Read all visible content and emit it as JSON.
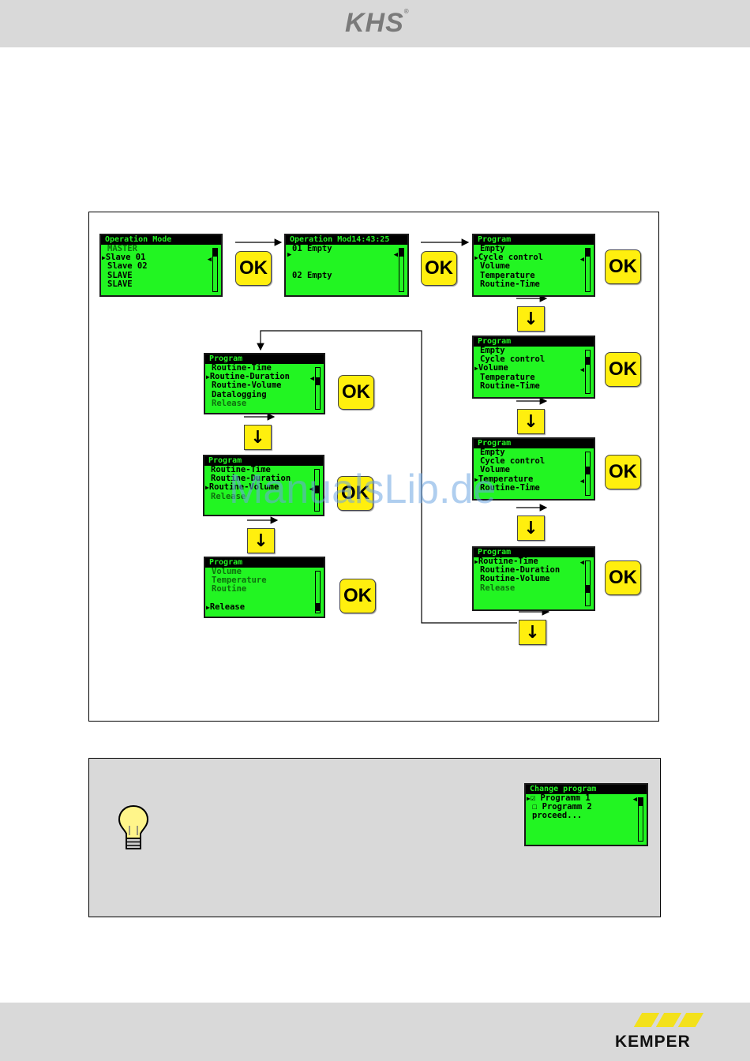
{
  "header": {
    "logo": "KHS",
    "registered_mark": "®"
  },
  "footer": {
    "logo": "KEMPER"
  },
  "watermark": "ManualsLib.de",
  "buttons": {
    "ok": "OK",
    "down": "↓"
  },
  "screens": {
    "op_mode_1": {
      "title": "Operation Mode",
      "rows": [
        {
          "text": "MASTER",
          "dim": true
        },
        {
          "text": "Slave 01",
          "sel": true
        },
        {
          "text": "Slave 02"
        },
        {
          "text": "SLAVE"
        },
        {
          "text": "SLAVE"
        }
      ]
    },
    "op_mode_2": {
      "title": "Operation Mod",
      "time": "14:43:25",
      "rows": [
        {
          "text": "01 Empty"
        },
        {
          "text": ""
        },
        {
          "text": ""
        },
        {
          "text": "02 Empty"
        }
      ]
    },
    "prog_1": {
      "title": "Program",
      "rows": [
        {
          "text": "Empty"
        },
        {
          "text": "Cycle control",
          "sel": true
        },
        {
          "text": "Volume"
        },
        {
          "text": "Temperature"
        },
        {
          "text": "Routine-Time"
        }
      ]
    },
    "prog_2": {
      "title": "Program",
      "rows": [
        {
          "text": "Empty"
        },
        {
          "text": "Cycle control"
        },
        {
          "text": "Volume",
          "sel": true
        },
        {
          "text": "Temperature"
        },
        {
          "text": "Routine-Time"
        }
      ]
    },
    "prog_3": {
      "title": "Program",
      "rows": [
        {
          "text": "Empty"
        },
        {
          "text": "Cycle control"
        },
        {
          "text": "Volume"
        },
        {
          "text": "Temperature",
          "sel": true
        },
        {
          "text": "Routine-Time"
        }
      ]
    },
    "prog_4": {
      "title": "Program",
      "rows": [
        {
          "text": "Routine-Time",
          "sel": true
        },
        {
          "text": "Routine-Duration"
        },
        {
          "text": "Routine-Volume"
        },
        {
          "text": "Release",
          "dim": true
        }
      ]
    },
    "prog_5": {
      "title": "Program",
      "rows": [
        {
          "text": "Routine-Time"
        },
        {
          "text": "Routine-Duration",
          "sel": true
        },
        {
          "text": "Routine-Volume"
        },
        {
          "text": "Datalogging"
        },
        {
          "text": "Release",
          "dim": true
        }
      ]
    },
    "prog_6": {
      "title": "Program",
      "rows": [
        {
          "text": "Routine-Time"
        },
        {
          "text": "Routine-Duration"
        },
        {
          "text": "Routine-Volume",
          "sel": true
        },
        {
          "text": "Release",
          "dim": true
        }
      ]
    },
    "prog_7": {
      "title": "Program",
      "rows": [
        {
          "text": "Volume",
          "dim": true
        },
        {
          "text": "Temperature",
          "dim": true
        },
        {
          "text": "Routine",
          "dim": true
        },
        {
          "text": ""
        },
        {
          "text": "Release",
          "sel": true
        }
      ]
    },
    "change_prog": {
      "title": "Change program",
      "rows": [
        {
          "text": "☑ Programm 1",
          "sel": true
        },
        {
          "text": "☐ Programm 2"
        },
        {
          "text": "proceed..."
        }
      ]
    }
  }
}
